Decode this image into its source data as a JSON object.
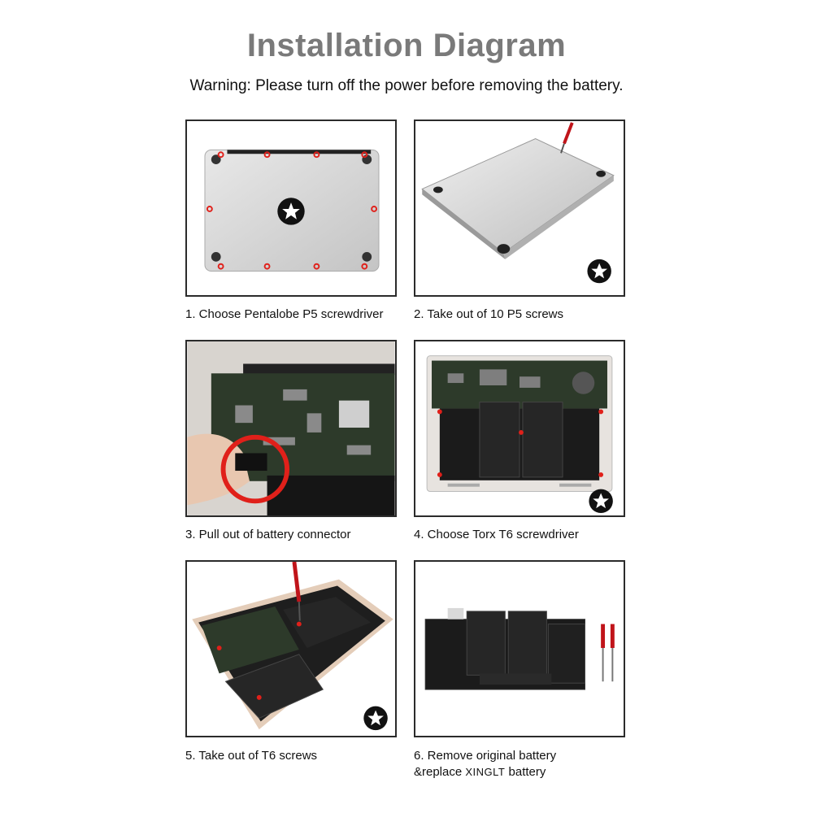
{
  "header": {
    "title": "Installation Diagram",
    "warning": "Warning: Please turn off the power before removing the battery."
  },
  "steps": [
    {
      "caption": "1. Choose Pentalobe P5 screwdriver"
    },
    {
      "caption": "2.  Take out of 10 P5 screws"
    },
    {
      "caption": "3. Pull out of battery connector"
    },
    {
      "caption": "4. Choose Torx T6 screwdriver"
    },
    {
      "caption": "5. Take out of T6 screws"
    },
    {
      "caption_line1": "6. Remove original battery",
      "caption_line2_prefix": "&replace ",
      "caption_line2_brand": "XINGLT",
      "caption_line2_suffix": " battery"
    }
  ],
  "colors": {
    "title": "#7a7a7a",
    "frame": "#2b2b2b",
    "screw_marker": "#e0201a",
    "board_green": "#2d3a2a",
    "battery_black": "#1b1b1b",
    "laptop_silver": "#d9d9d9"
  },
  "icons": [
    "pentalobe-icon",
    "torx-icon",
    "screwdriver-icon"
  ]
}
